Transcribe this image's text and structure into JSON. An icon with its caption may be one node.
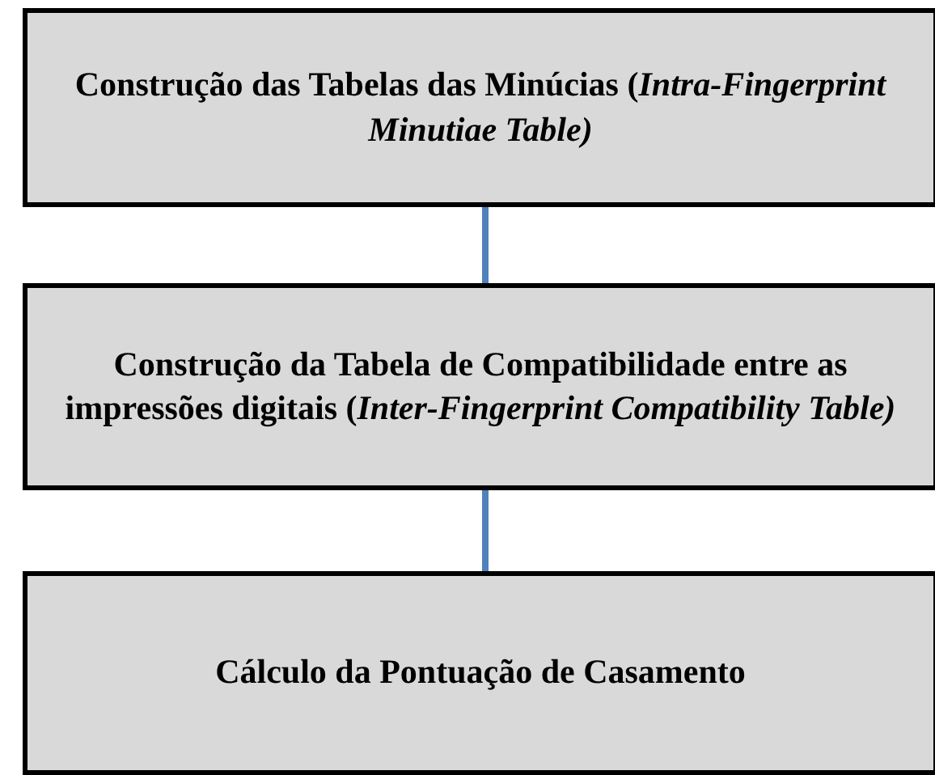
{
  "diagram": {
    "nodes": [
      {
        "text": [
          "Construção das Tabelas das Minúcias (*Intra-Fingerprint Minutiae Table)*"
        ]
      },
      {
        "text": [
          "Construção da Tabela de Compatibilidade entre as impressões digitais (*Inter-Fingerprint Compatibility Table)*"
        ]
      },
      {
        "text": [
          "Cálculo da Pontuação de Casamento"
        ]
      }
    ],
    "edges": [
      {
        "from": 0,
        "to": 1,
        "arrow": "none"
      },
      {
        "from": 1,
        "to": 2,
        "arrow": "none"
      }
    ]
  }
}
